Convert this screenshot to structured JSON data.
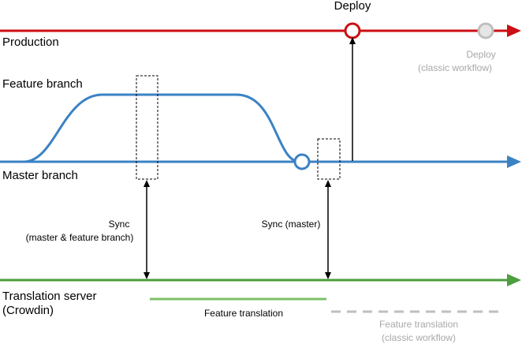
{
  "colors": {
    "production": "#cc0f13",
    "master": "#3b82c4",
    "translation": "#4c9e3e",
    "feature_translation": "#7cc067",
    "classic": "#bfbfbf",
    "classic_text": "#a8a8a8",
    "arrow": "#000000"
  },
  "lanes": {
    "production": "Production",
    "feature": "Feature branch",
    "master": "Master branch",
    "translation_line1": "Translation server",
    "translation_line2": "(Crowdin)"
  },
  "events": {
    "deploy": "Deploy",
    "deploy_classic_line1": "Deploy",
    "deploy_classic_line2": "(classic workflow)",
    "sync_feature_line1": "Sync",
    "sync_feature_line2": "(master & feature branch)",
    "sync_master": "Sync (master)",
    "feature_translation": "Feature translation",
    "feature_translation_classic_line1": "Feature translation",
    "feature_translation_classic_line2": "(classic workflow)"
  }
}
